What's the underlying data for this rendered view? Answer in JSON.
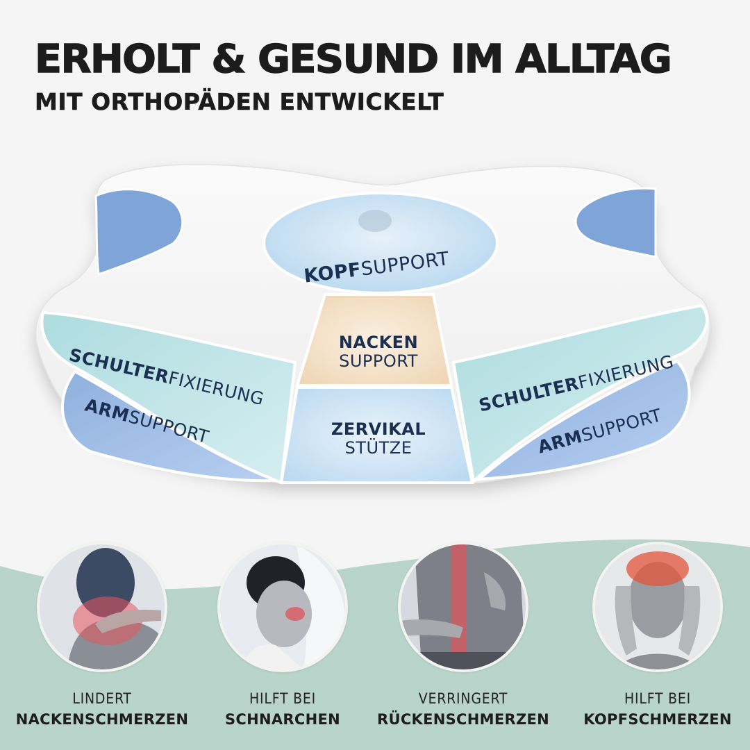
{
  "headline": "ERHOLT & GESUND IM ALLTAG",
  "subheadline": "MIT ORTHOPÄDEN ENTWICKELT",
  "colors": {
    "background": "#f5f5f5",
    "wave_green": "#b8d4cb",
    "label_navy": "#1b2f52",
    "head_zone": "#c7e0f2",
    "neck_zone": "#f2dcbe",
    "cervical_zone": "#cfe5f5",
    "shoulder_zone": "#bfe4e6",
    "arm_zone": "#9fbde6",
    "heat_red": "#e8474a"
  },
  "pillow_zones": {
    "kopf": {
      "bold": "KOPF",
      "regular": "SUPPORT"
    },
    "nacken": {
      "bold": "NACKEN",
      "regular": "SUPPORT"
    },
    "zervikal": {
      "bold": "ZERVIKAL",
      "regular": "STÜTZE"
    },
    "schulter_left": {
      "bold": "SCHULTER",
      "regular": "FIXIERUNG"
    },
    "schulter_right": {
      "bold": "SCHULTER",
      "regular": "FIXIERUNG"
    },
    "arm_left": {
      "bold": "ARM",
      "regular": "SUPPORT"
    },
    "arm_right": {
      "bold": "ARM",
      "regular": "SUPPORT"
    }
  },
  "benefits": [
    {
      "line1": "LINDERT",
      "line2": "NACKENSCHMERZEN",
      "image": "neck-pain-photo"
    },
    {
      "line1": "HILFT BEI",
      "line2": "SCHNARCHEN",
      "image": "snoring-photo"
    },
    {
      "line1": "VERRINGERT",
      "line2": "RÜCKENSCHMERZEN",
      "image": "back-pain-photo"
    },
    {
      "line1": "HILFT BEI",
      "line2": "KOPFSCHMERZEN",
      "image": "headache-photo"
    }
  ]
}
